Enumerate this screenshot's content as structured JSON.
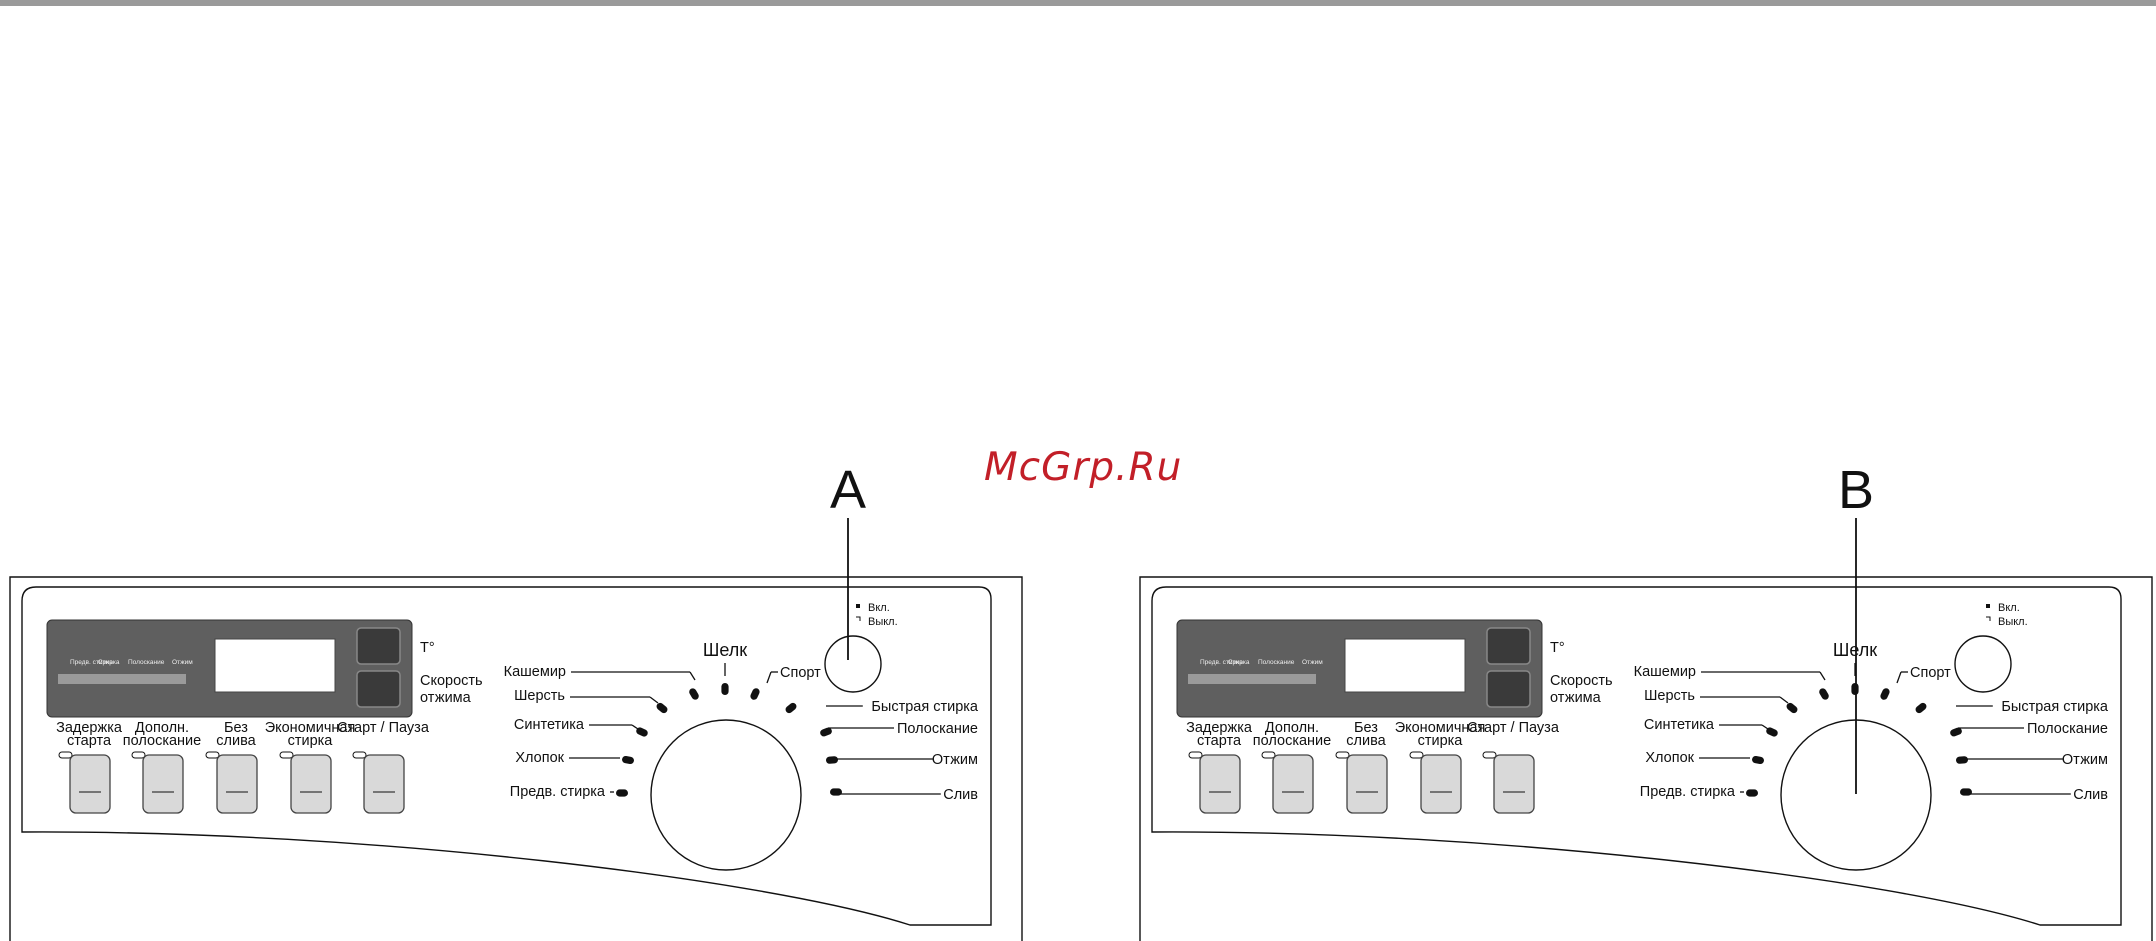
{
  "watermark": "McGrp.Ru",
  "panels": [
    {
      "callout": "A",
      "display_labels": [
        "Предв. стирка",
        "Стирка",
        "Полоскание",
        "Отжим"
      ],
      "temp_label": "T°",
      "spin_label": [
        "Скорость",
        "отжима"
      ],
      "buttons": [
        [
          "Задержка",
          "старта"
        ],
        [
          "Дополн.",
          "полоскание"
        ],
        [
          "Без",
          "слива"
        ],
        [
          "Экономичная",
          "стирка"
        ],
        [
          "Старт / Пауза"
        ]
      ],
      "programs_left": [
        "Кашемир",
        "Шерсть",
        "Синтетика",
        "Хлопок",
        "Предв. стирка"
      ],
      "program_top": "Шелк",
      "program_sport": "Спорт",
      "programs_right": [
        "Быстрая стирка",
        "Полоскание",
        "Отжим",
        "Слив"
      ],
      "power": [
        "Вкл.",
        "Выкл."
      ]
    },
    {
      "callout": "B",
      "display_labels": [
        "Предв. стирка",
        "Стирка",
        "Полоскание",
        "Отжим"
      ],
      "temp_label": "T°",
      "spin_label": [
        "Скорость",
        "отжима"
      ],
      "buttons": [
        [
          "Задержка",
          "старта"
        ],
        [
          "Дополн.",
          "полоскание"
        ],
        [
          "Без",
          "слива"
        ],
        [
          "Экономичная",
          "стирка"
        ],
        [
          "Старт / Пауза"
        ]
      ],
      "programs_left": [
        "Кашемир",
        "Шерсть",
        "Синтетика",
        "Хлопок",
        "Предв. стирка"
      ],
      "program_top": "Шелк",
      "program_sport": "Спорт",
      "programs_right": [
        "Быстрая стирка",
        "Полоскание",
        "Отжим",
        "Слив"
      ],
      "power": [
        "Вкл.",
        "Выкл."
      ]
    }
  ]
}
